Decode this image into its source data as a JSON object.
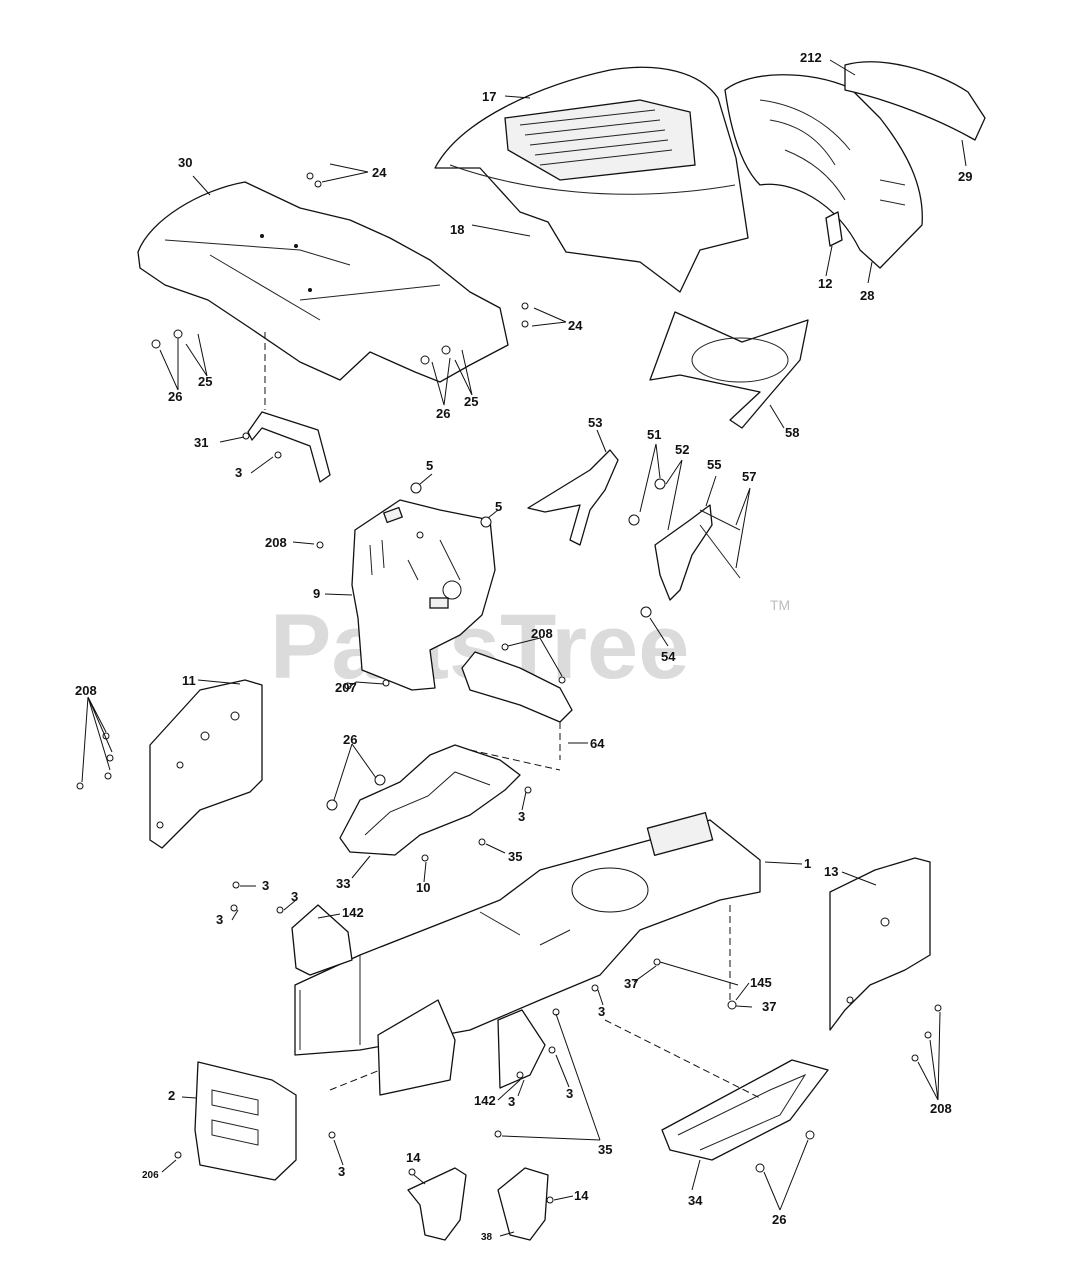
{
  "watermark": {
    "text": "PartsTree",
    "trademark": "TM"
  },
  "callouts": {
    "c212": "212",
    "c17": "17",
    "c30": "30",
    "c24a": "24",
    "c29": "29",
    "c18": "18",
    "c12": "12",
    "c28": "28",
    "c24b": "24",
    "c25a": "25",
    "c26a": "26",
    "c26b": "26",
    "c25b": "25",
    "c31": "31",
    "c58": "58",
    "c53": "53",
    "c51": "51",
    "c52": "52",
    "c55": "55",
    "c57": "57",
    "c3a": "3",
    "c5a": "5",
    "c5b": "5",
    "c208a": "208",
    "c9": "9",
    "c208b": "208",
    "c54": "54",
    "c207": "207",
    "c11": "11",
    "c208c": "208",
    "c64": "64",
    "c26c": "26",
    "c3b": "3",
    "c35a": "35",
    "c1": "1",
    "c33": "33",
    "c10": "10",
    "c13": "13",
    "c3c": "3",
    "c3d": "3",
    "c3e": "3",
    "c142a": "142",
    "c145": "145",
    "c37a": "37",
    "c37b": "37",
    "c3f": "3",
    "c2": "2",
    "c142b": "142",
    "c3g": "3",
    "c3h": "3",
    "c208d": "208",
    "c3i": "3",
    "c35b": "35",
    "c206": "206",
    "c14a": "14",
    "c14b": "14",
    "c34": "34",
    "c26d": "26",
    "c38": "38"
  }
}
